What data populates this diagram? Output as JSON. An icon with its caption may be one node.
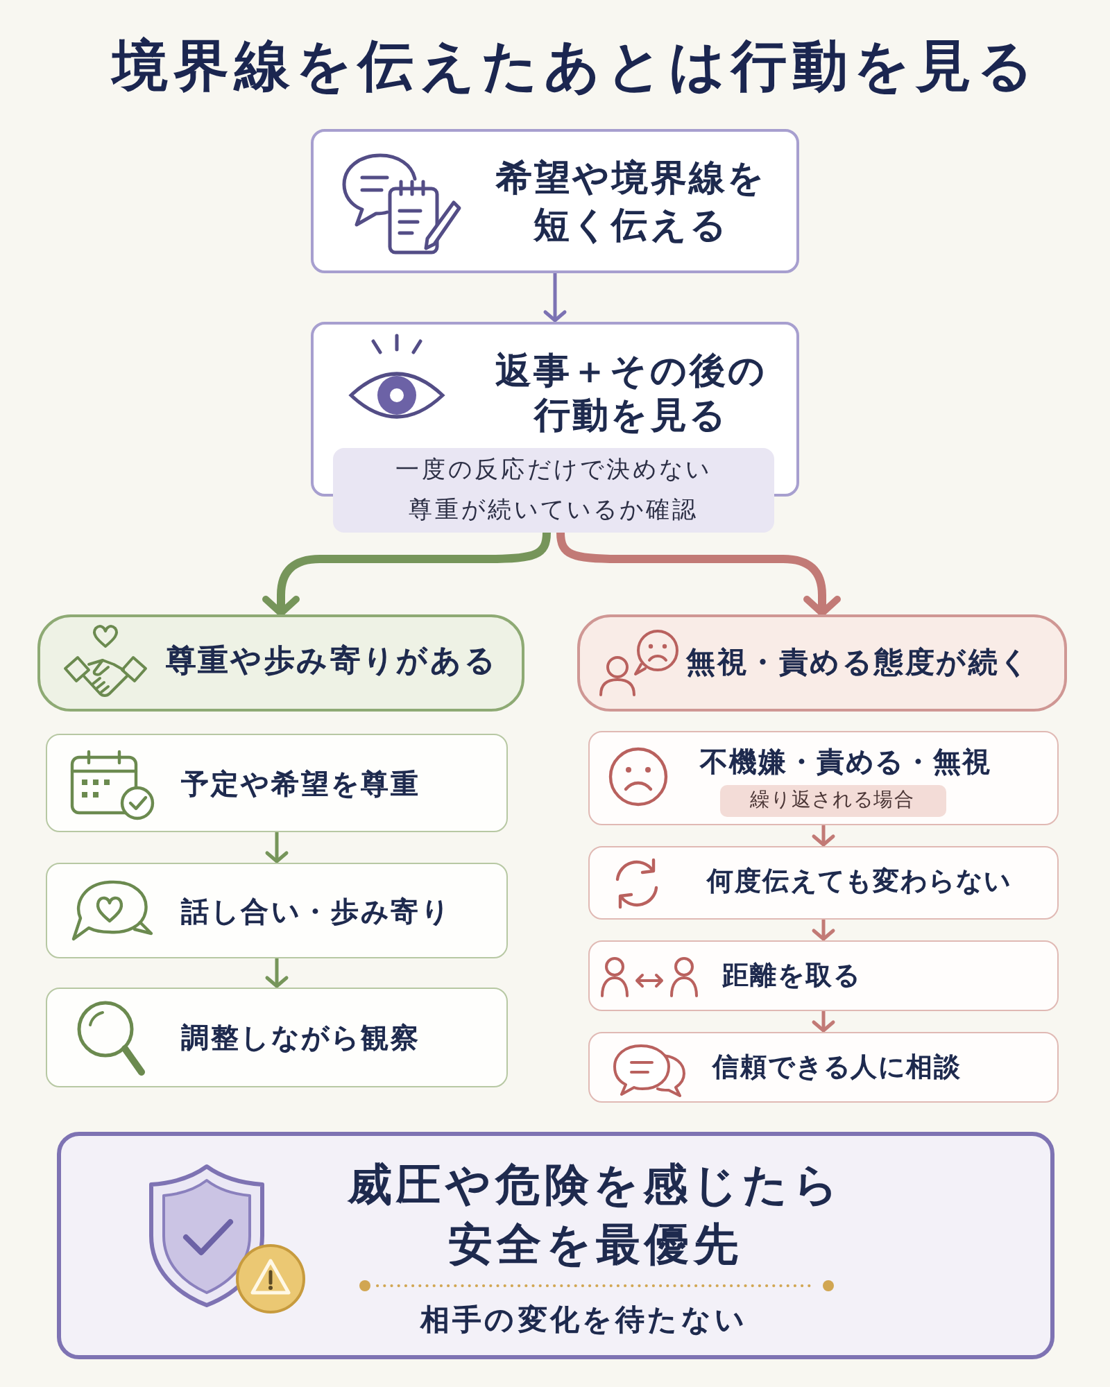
{
  "diagram": {
    "title": "境界線を伝えたあとは行動を見る",
    "nodes": [
      {
        "text": [
          "希望や境界線を短く伝える"
        ]
      },
      {
        "text": [
          "返事＋その後の行動を見る"
        ]
      },
      {
        "text": [
          "一度の反応だけで決めない尊重が続いているか確認"
        ]
      },
      {
        "text": [
          "尊重や歩み寄りがある"
        ]
      },
      {
        "text": [
          "予定や希望を尊重"
        ]
      },
      {
        "text": [
          "話し合い・歩み寄り"
        ]
      },
      {
        "text": [
          "調整しながら観察"
        ]
      },
      {
        "text": [
          "無視・責める態度が続く"
        ]
      },
      {
        "text": [
          "不機嫌・責める・無視"
        ]
      },
      {
        "text": [
          "繰り返される場合"
        ],
        "in": 8
      },
      {
        "text": [
          "何度伝えても変わらない"
        ]
      },
      {
        "text": [
          "距離を取る"
        ]
      },
      {
        "text": [
          "信頼できる人に相談"
        ]
      },
      {
        "text": [
          "威圧や危険を感じたら安全を最優先",
          "相手の変化を待たない"
        ]
      }
    ],
    "edges": [
      {
        "from": 0,
        "to": 1,
        "arrow": "to",
        "color": "#7c72b3"
      },
      {
        "from": 2,
        "to": 3,
        "arrow": "to",
        "style": "thick",
        "color": "#76955a"
      },
      {
        "from": 2,
        "to": 7,
        "arrow": "to",
        "style": "thick"
      },
      {
        "from": 4,
        "to": 5,
        "arrow": "to",
        "color": "#76955a"
      },
      {
        "from": 5,
        "to": 6,
        "arrow": "to",
        "color": "#76955a"
      },
      {
        "from": 8,
        "to": 10,
        "arrow": "to"
      },
      {
        "from": 10,
        "to": 11,
        "arrow": "to"
      },
      {
        "from": 11,
        "to": 12,
        "arrow": "to"
      }
    ]
  }
}
